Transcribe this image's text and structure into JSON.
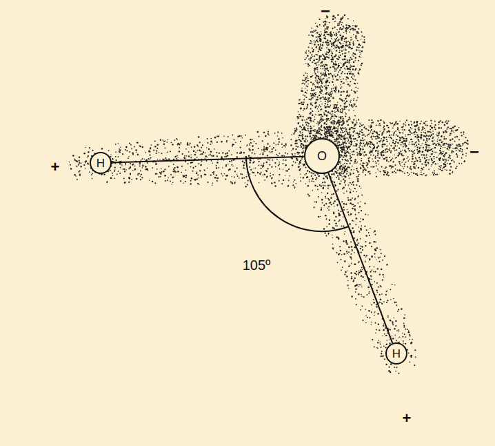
{
  "diagram": {
    "nodes": [
      {
        "text": [
          "H"
        ]
      },
      {
        "text": [
          "O"
        ]
      },
      {
        "text": [
          "H"
        ]
      }
    ],
    "edges": [
      {
        "from": 0,
        "to": 1,
        "arrow": "none"
      },
      {
        "from": 1,
        "to": 2,
        "arrow": "none"
      }
    ],
    "labels": [
      "+",
      "−",
      "−",
      "105º",
      "+"
    ]
  }
}
